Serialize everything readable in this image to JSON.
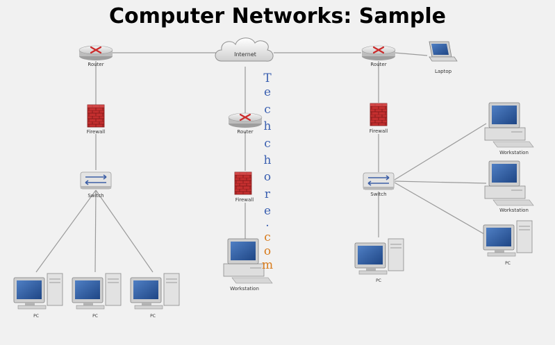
{
  "title": "Computer Networks: Sample",
  "labels": {
    "internet": "Internet",
    "router": "Router",
    "firewall": "Firewall",
    "switch": "Switch",
    "workstation": "Workstation",
    "pc": "PC",
    "laptop": "Laptop"
  },
  "watermark": {
    "letters": [
      "T",
      "e",
      "c",
      "h",
      "c",
      "h",
      "o",
      "r",
      "e",
      ".",
      "c",
      "o",
      "m"
    ],
    "color_primary": "#3a5fb0",
    "color_suffix": "#d77a1a"
  },
  "colors": {
    "line": "#9a9a9a",
    "firewall": "#c22f2f",
    "screen": "#2f5fa3",
    "device": "#dcdcdc"
  }
}
